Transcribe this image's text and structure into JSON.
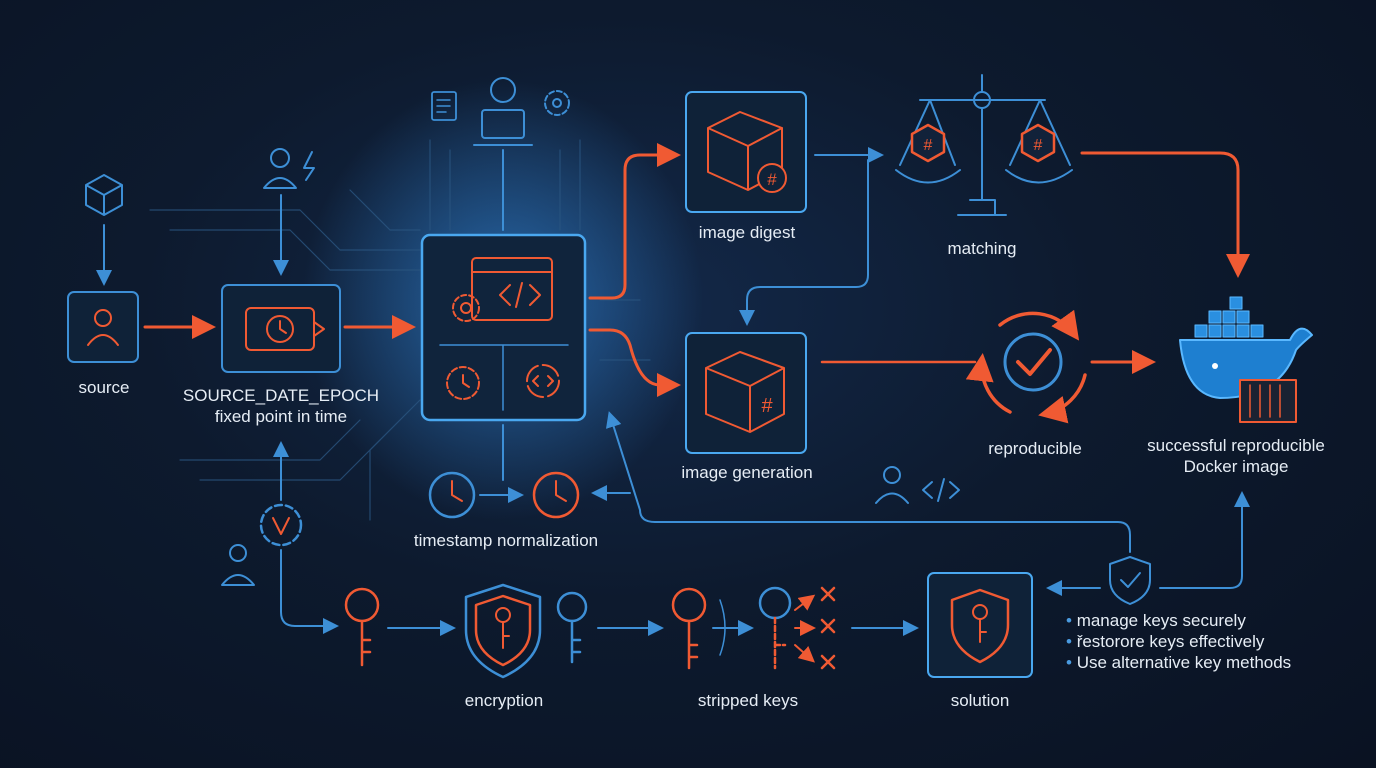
{
  "labels": {
    "source": "source",
    "epoch_line1": "SOURCE_DATE_EPOCH",
    "epoch_line2": "fixed point in time",
    "image_digest": "image digest",
    "matching": "matching",
    "image_generation": "image generation",
    "reproducible": "reproducible",
    "docker_line1": "successful reproducible",
    "docker_line2": "Docker image",
    "timestamp": "timestamp normalization",
    "encryption": "encryption",
    "stripped_keys": "stripped keys",
    "solution": "solution"
  },
  "solutions": [
    "manage keys securely",
    "řestorore keys effectively",
    "Use alternative key methods"
  ],
  "colors": {
    "blue": "#3d8fd6",
    "orange": "#f05a33",
    "background": "#0d1a2e"
  }
}
